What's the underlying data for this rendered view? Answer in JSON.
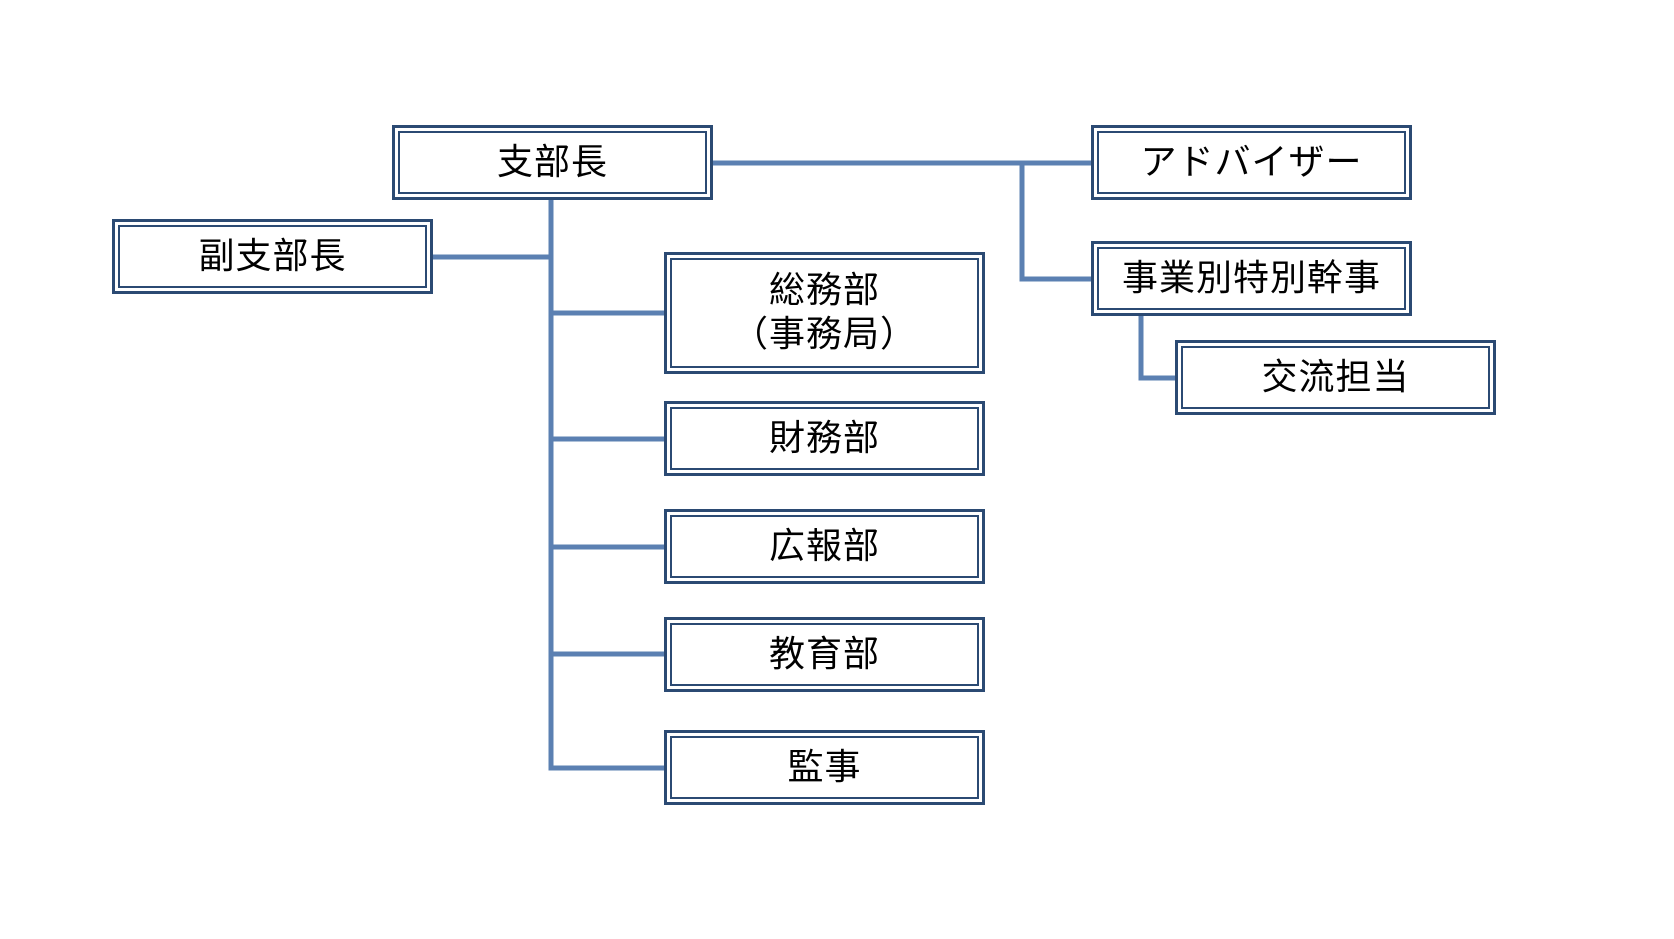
{
  "colors": {
    "connector": "#5b80b2",
    "box_border": "#2b4a73",
    "background": "#ffffff",
    "text": "#000000"
  },
  "nodes": {
    "branch_head": "支部長",
    "deputy_head": "副支部長",
    "general_affairs": "総務部",
    "general_affairs_sub": "（事務局）",
    "finance": "財務部",
    "public_relations": "広報部",
    "education": "教育部",
    "auditor": "監事",
    "adviser": "アドバイザー",
    "special_secretary": "事業別特別幹事",
    "exchange": "交流担当"
  }
}
